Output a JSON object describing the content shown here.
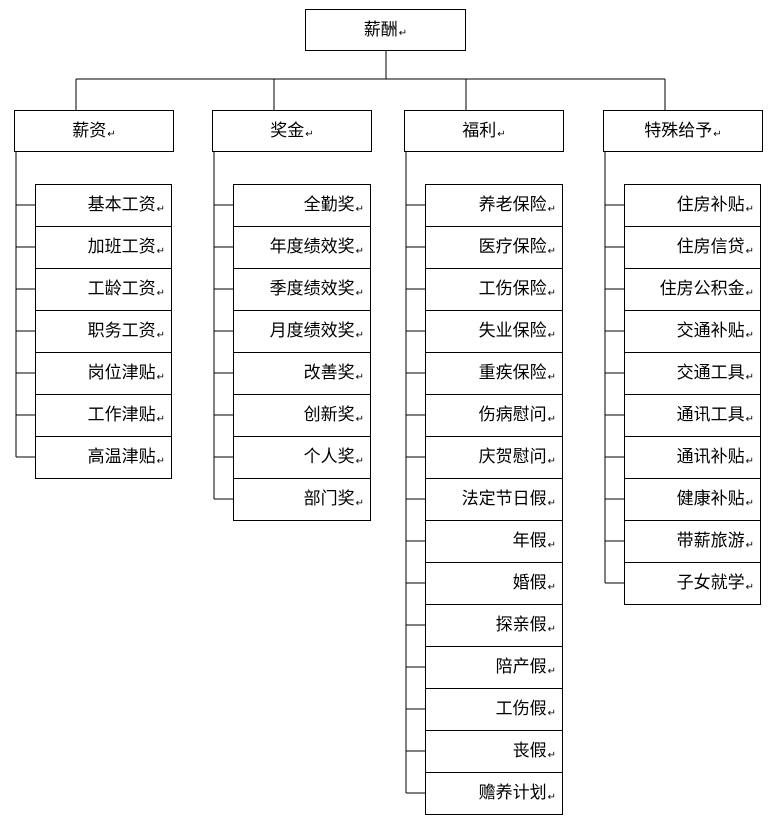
{
  "root": {
    "label": "薪酬"
  },
  "paragraph_mark": "↵",
  "categories": [
    {
      "label": "薪资",
      "items": [
        "基本工资",
        "加班工资",
        "工龄工资",
        "职务工资",
        "岗位津贴",
        "工作津贴",
        "高温津贴"
      ]
    },
    {
      "label": "奖金",
      "items": [
        "全勤奖",
        "年度绩效奖",
        "季度绩效奖",
        "月度绩效奖",
        "改善奖",
        "创新奖",
        "个人奖",
        "部门奖"
      ]
    },
    {
      "label": "福利",
      "items": [
        "养老保险",
        "医疗保险",
        "工伤保险",
        "失业保险",
        "重疾保险",
        "伤病慰问",
        "庆贺慰问",
        "法定节日假",
        "年假",
        "婚假",
        "探亲假",
        "陪产假",
        "工伤假",
        "丧假",
        "赡养计划"
      ]
    },
    {
      "label": "特殊给予",
      "items": [
        "住房补贴",
        "住房信贷",
        "住房公积金",
        "交通补贴",
        "交通工具",
        "通讯工具",
        "通讯补贴",
        "健康补贴",
        "带薪旅游",
        "子女就学"
      ]
    }
  ]
}
